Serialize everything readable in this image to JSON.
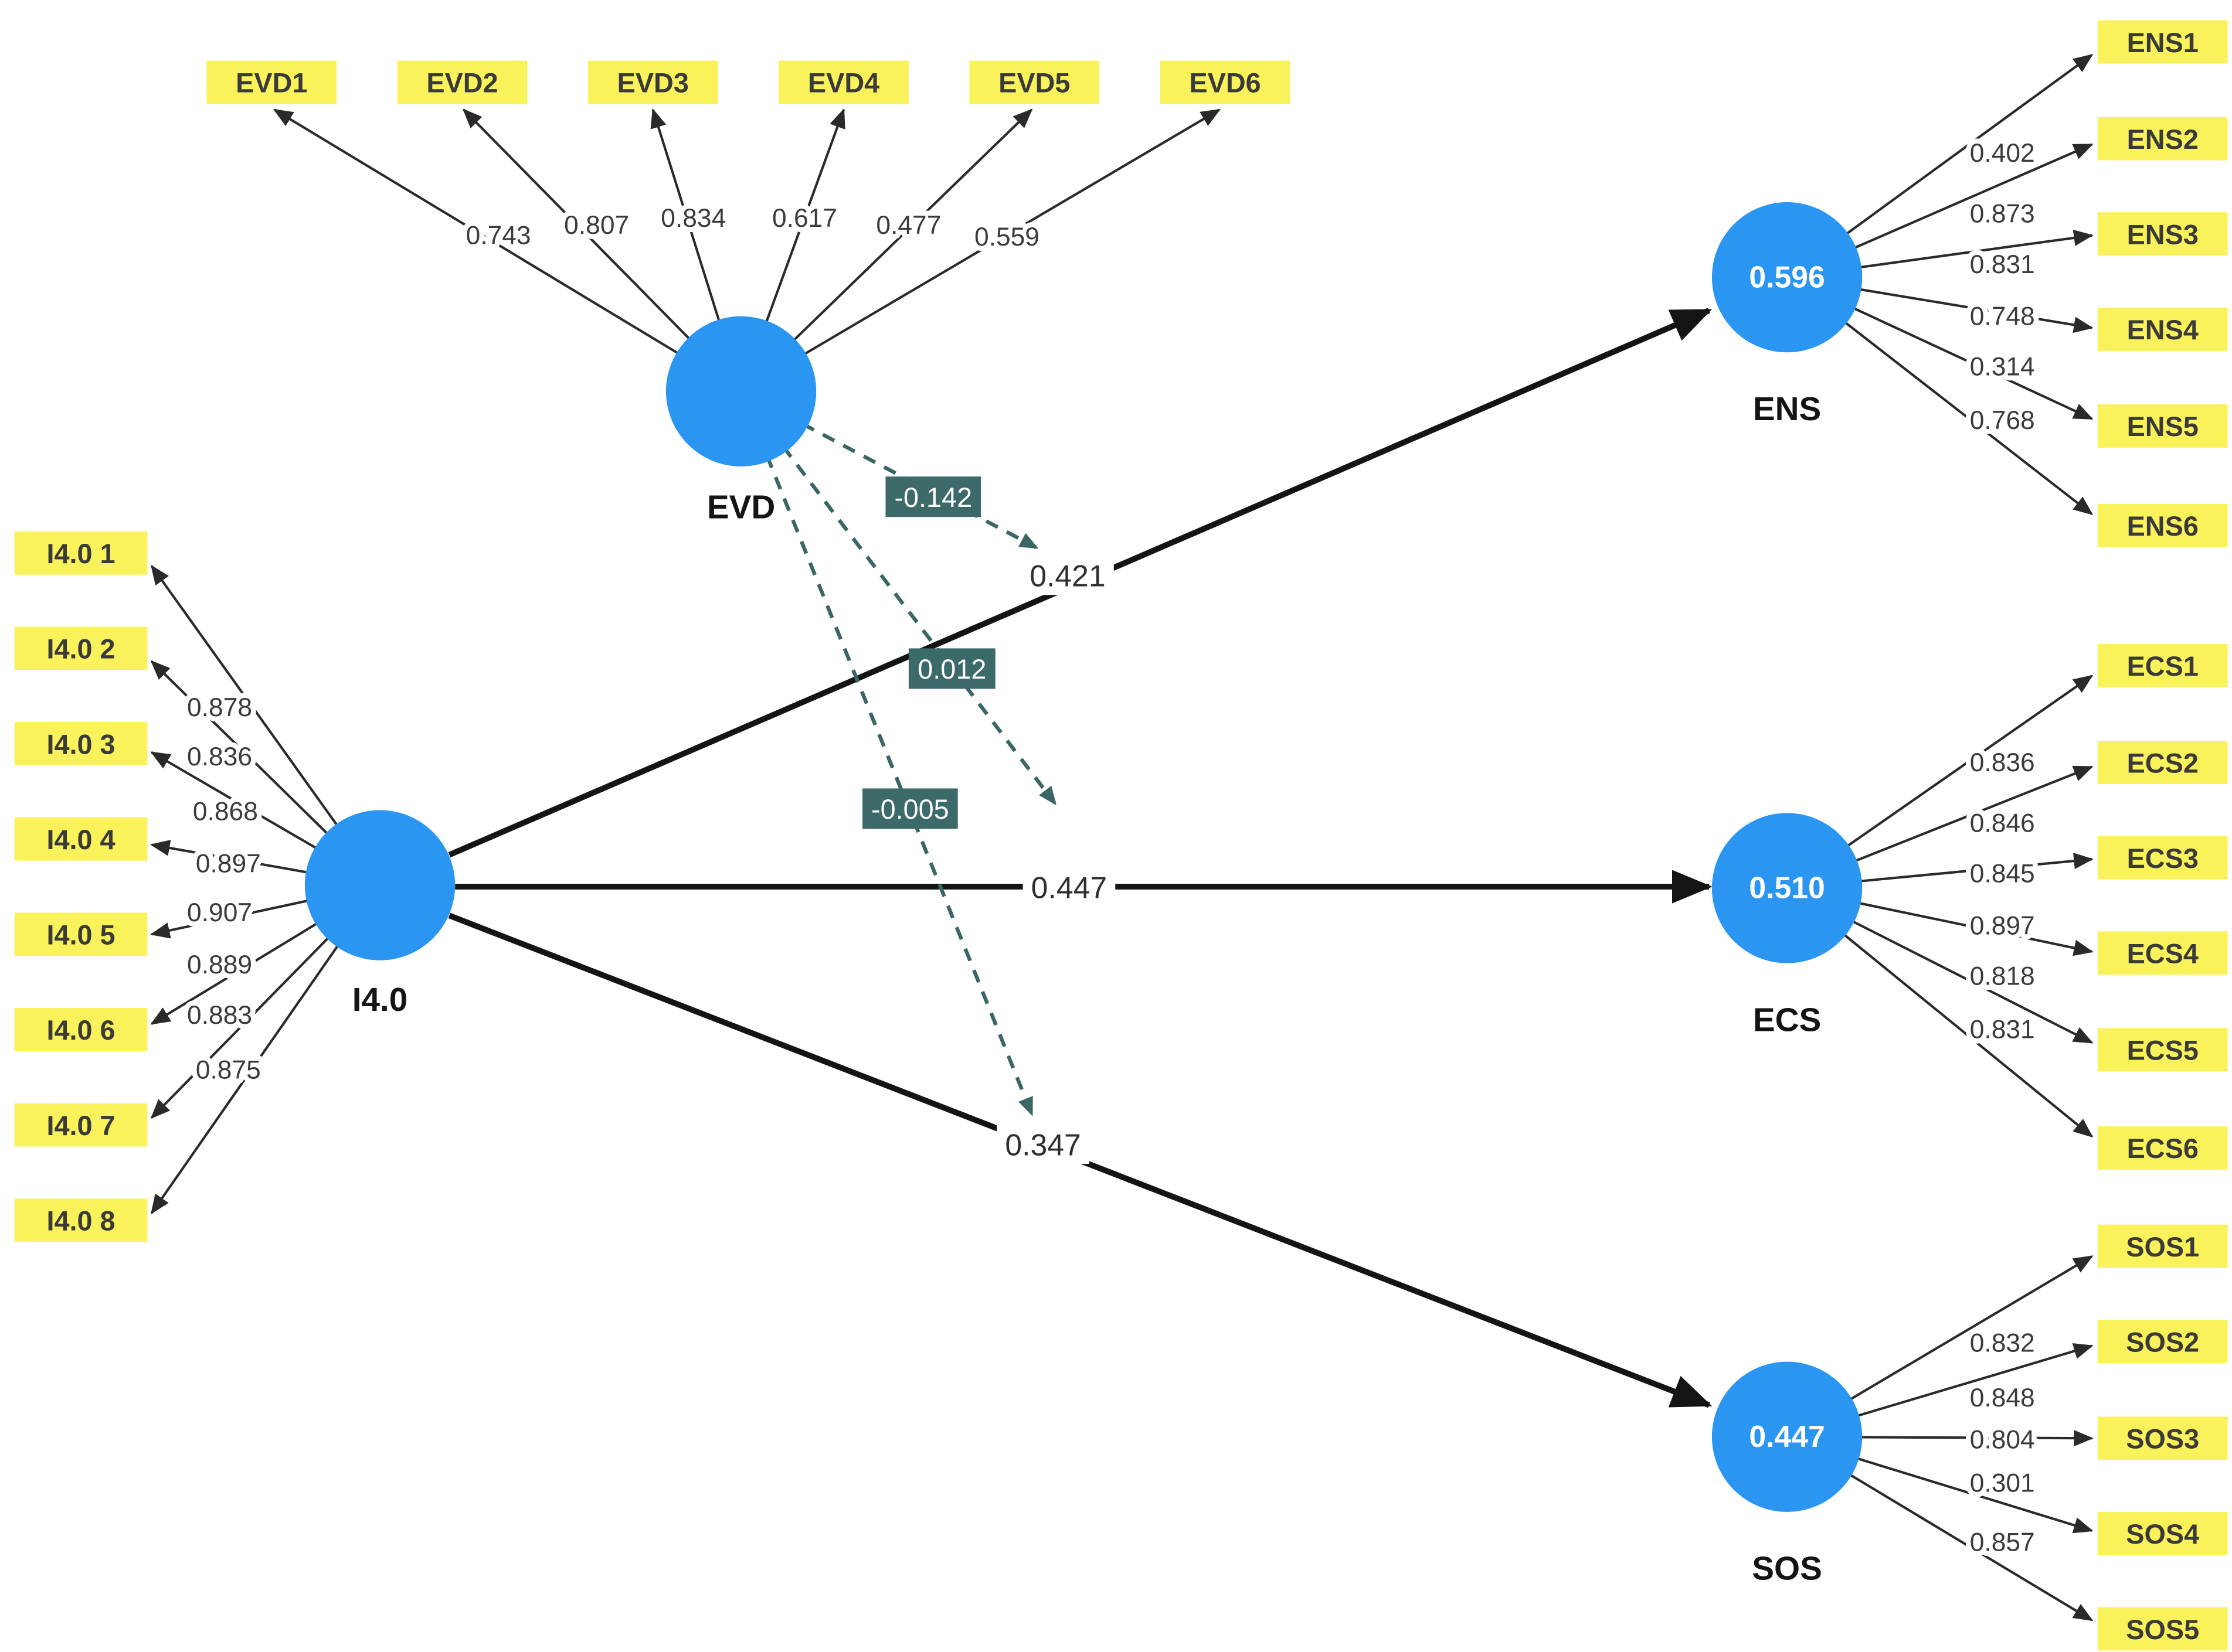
{
  "diagram_type": "PLS-SEM structural model with moderation",
  "colors": {
    "indicator_fill": "#F9F25A",
    "construct_fill": "#2B95F2",
    "moderation_box_fill": "#3B6A69",
    "moderation_line": "#3A6663",
    "structural_line": "#141414",
    "r2_text": "#FFFFFF"
  },
  "constructs": {
    "evd": {
      "name": "EVD",
      "indicators": [
        {
          "label": "EVD1",
          "loading": "0.743"
        },
        {
          "label": "EVD2",
          "loading": "0.807"
        },
        {
          "label": "EVD3",
          "loading": "0.834"
        },
        {
          "label": "EVD4",
          "loading": "0.617"
        },
        {
          "label": "EVD5",
          "loading": "0.477"
        },
        {
          "label": "EVD6",
          "loading": "0.559"
        }
      ]
    },
    "i40": {
      "name": "I4.0",
      "indicators": [
        {
          "label": "I4.0 1",
          "loading": "0.878"
        },
        {
          "label": "I4.0 2",
          "loading": "0.836"
        },
        {
          "label": "I4.0 3",
          "loading": "0.868"
        },
        {
          "label": "I4.0 4",
          "loading": "0.897"
        },
        {
          "label": "I4.0 5",
          "loading": "0.907"
        },
        {
          "label": "I4.0 6",
          "loading": "0.889"
        },
        {
          "label": "I4.0 7",
          "loading": "0.883"
        },
        {
          "label": "I4.0 8",
          "loading": "0.875"
        }
      ]
    },
    "ens": {
      "name": "ENS",
      "r_squared": "0.596",
      "indicators": [
        {
          "label": "ENS1",
          "loading": "0.402"
        },
        {
          "label": "ENS2",
          "loading": "0.873"
        },
        {
          "label": "ENS3",
          "loading": "0.831"
        },
        {
          "label": "ENS4",
          "loading": "0.748"
        },
        {
          "label": "ENS5",
          "loading": "0.314"
        },
        {
          "label": "ENS6",
          "loading": "0.768"
        }
      ]
    },
    "ecs": {
      "name": "ECS",
      "r_squared": "0.510",
      "indicators": [
        {
          "label": "ECS1",
          "loading": "0.836"
        },
        {
          "label": "ECS2",
          "loading": "0.846"
        },
        {
          "label": "ECS3",
          "loading": "0.845"
        },
        {
          "label": "ECS4",
          "loading": "0.897"
        },
        {
          "label": "ECS5",
          "loading": "0.818"
        },
        {
          "label": "ECS6",
          "loading": "0.831"
        }
      ]
    },
    "sos": {
      "name": "SOS",
      "r_squared": "0.447",
      "indicators": [
        {
          "label": "SOS1",
          "loading": "0.832"
        },
        {
          "label": "SOS2",
          "loading": "0.848"
        },
        {
          "label": "SOS3",
          "loading": "0.804"
        },
        {
          "label": "SOS4",
          "loading": "0.301"
        },
        {
          "label": "SOS5",
          "loading": "0.857"
        }
      ]
    }
  },
  "paths": [
    {
      "from": "I4.0",
      "to": "ENS",
      "coefficient": "0.421"
    },
    {
      "from": "I4.0",
      "to": "ECS",
      "coefficient": "0.447"
    },
    {
      "from": "I4.0",
      "to": "SOS",
      "coefficient": "0.347"
    }
  ],
  "moderations": [
    {
      "moderator": "EVD",
      "on_path": "I4.0 → ENS",
      "label": "-0.142"
    },
    {
      "moderator": "EVD",
      "on_path": "I4.0 → ECS",
      "label": "0.012"
    },
    {
      "moderator": "EVD",
      "on_path": "I4.0 → SOS",
      "label": "-0.005"
    }
  ]
}
